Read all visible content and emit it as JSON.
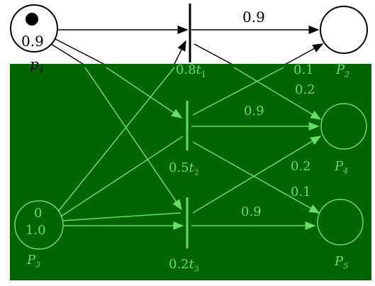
{
  "diagram": {
    "place_p1_token_value": "0.9",
    "place_p1_label": "p",
    "place_p1_label_sub": "1",
    "transition_t1_weight": "0.9",
    "t1_label_prefix": "0.8",
    "t1_label": "t",
    "t1_label_sub": "1",
    "arc_to_p2_top": "0.1",
    "place_p2_label_top": "P",
    "place_p2_sub_top": "2",
    "arc_weight_1": "0.2",
    "transition_t2_weight": "0.9",
    "t2_label_prefix": "0.5",
    "t2_label": "t",
    "t2_label_sub": "2",
    "arc_weight_2": "0.2",
    "place_p4_label": "P",
    "place_p4_sub": "4",
    "arc_weight_3": "0.1",
    "transition_t3_weight": "0.9",
    "t3_label_prefix": "0.2",
    "t3_label": "t",
    "t3_label_sub": "3",
    "place_p3_token_top": "0",
    "place_p3_token_bottom": "1.0",
    "place_p3_label": "P",
    "place_p3_sub": "3",
    "place_p5_label": "P",
    "place_p5_sub": "5"
  },
  "colors": {
    "panel_bg": "#006400",
    "panel_stroke": "#66dd66",
    "stroke": "#000000"
  }
}
